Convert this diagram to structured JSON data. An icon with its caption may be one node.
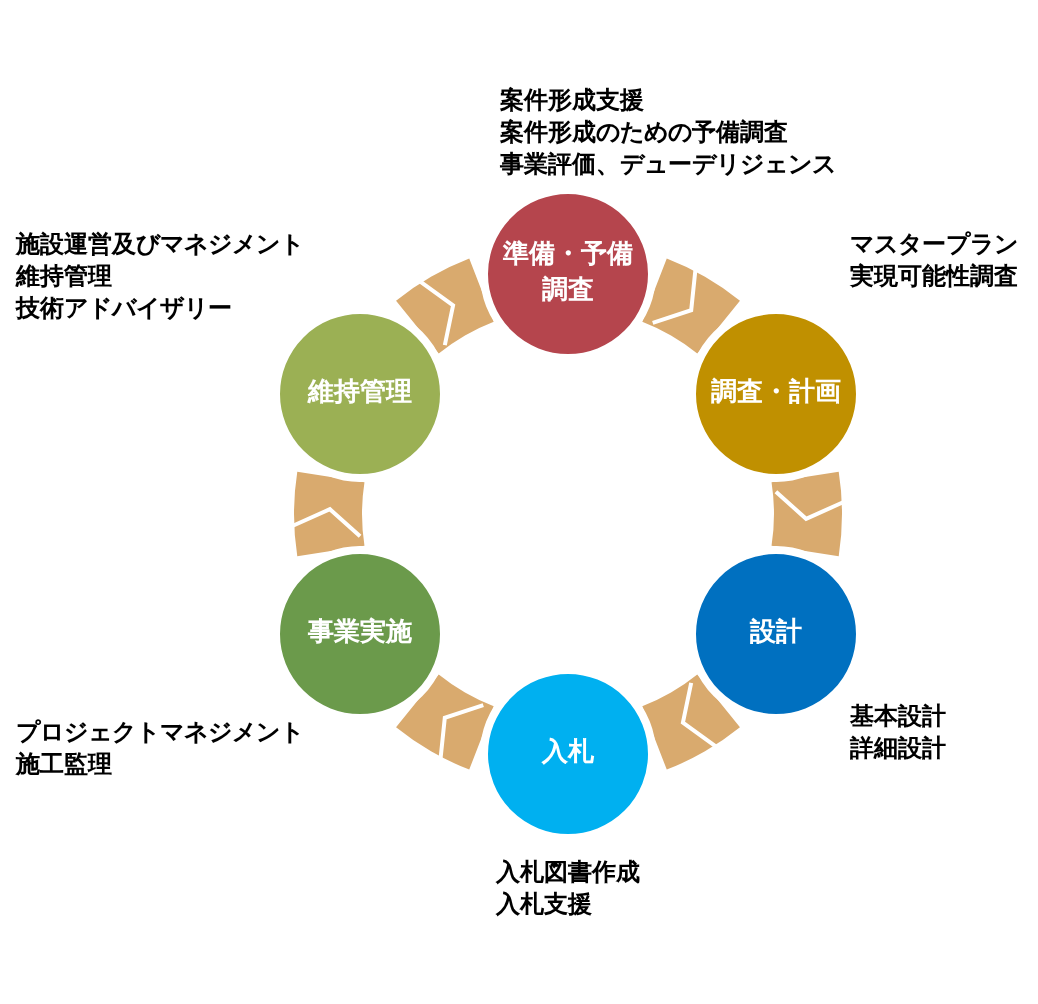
{
  "diagram": {
    "nodes": [
      {
        "text": [
          "準備・予備調査"
        ],
        "beside": [
          "案件形成支援",
          "案件形成のための予備調査",
          "事業評価、デューデリジェンス"
        ]
      },
      {
        "text": [
          "調査・計画"
        ],
        "beside": [
          "マスタープラン",
          "実現可能性調査"
        ]
      },
      {
        "text": [
          "設計"
        ],
        "beside": [
          "基本設計",
          "詳細設計"
        ]
      },
      {
        "text": [
          "入札"
        ],
        "beside": [
          "入札図書作成",
          "入札支援"
        ]
      },
      {
        "text": [
          "事業実施"
        ],
        "beside": [
          "プロジェクトマネジメント",
          "施工監理"
        ]
      },
      {
        "text": [
          "維持管理"
        ],
        "beside": [
          "施設運営及びマネジメント",
          "維持管理",
          "技術アドバイザリー"
        ]
      }
    ],
    "edges": [
      {
        "from": 0,
        "to": 1,
        "arrow": "to"
      },
      {
        "from": 1,
        "to": 2,
        "arrow": "to"
      },
      {
        "from": 2,
        "to": 3,
        "arrow": "to"
      },
      {
        "from": 3,
        "to": 4,
        "arrow": "to"
      },
      {
        "from": 4,
        "to": 5,
        "arrow": "to"
      },
      {
        "from": 5,
        "to": 0,
        "arrow": "to"
      }
    ]
  }
}
